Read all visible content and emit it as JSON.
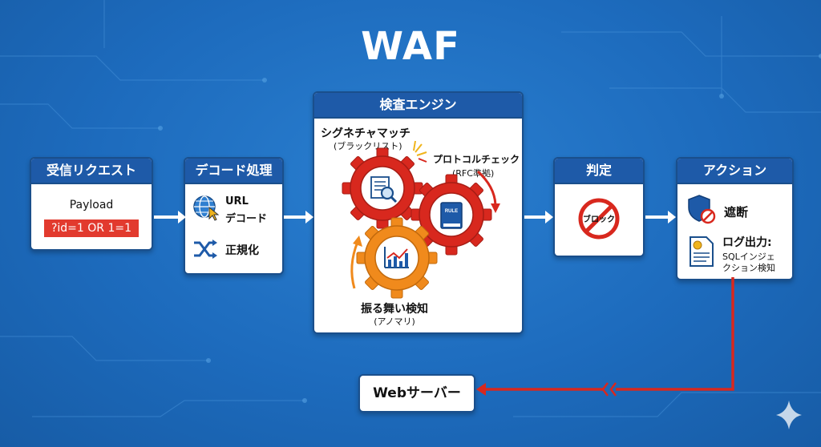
{
  "title": "WAF",
  "request": {
    "header": "受信リクエスト",
    "label": "Payload",
    "payload": "?id=1 OR 1=1"
  },
  "decode": {
    "header": "デコード処理",
    "url_line1": "URL",
    "url_line2": "デコード",
    "normalize": "正規化"
  },
  "engine": {
    "header": "検査エンジン",
    "signature": "シグネチャマッチ",
    "signature_sub": "(ブラックリスト)",
    "protocol": "プロトコルチェック",
    "protocol_sub": "(RFC準拠)",
    "behavior": "振る舞い検知",
    "behavior_sub": "(アノマリ)",
    "book_label": "RULE"
  },
  "judge": {
    "header": "判定",
    "block_label": "ブロック"
  },
  "action": {
    "header": "アクション",
    "block": "遮断",
    "log_line1": "ログ出力:",
    "log_line2": "SQLインジェ",
    "log_line3": "クション検知"
  },
  "server": {
    "label": "Webサーバー"
  },
  "colors": {
    "box_header": "#1e5aa8",
    "alert_red": "#e23a2e",
    "gear_red": "#d8281e",
    "gear_orange": "#f08a1c",
    "background": "#1d6bbd"
  },
  "icons": [
    "globe-icon",
    "cursor-icon",
    "shuffle-icon",
    "checklist-icon",
    "magnifier-icon",
    "rule-book-icon",
    "chart-icon",
    "no-entry-icon",
    "shield-icon",
    "document-icon",
    "spark-icon"
  ]
}
